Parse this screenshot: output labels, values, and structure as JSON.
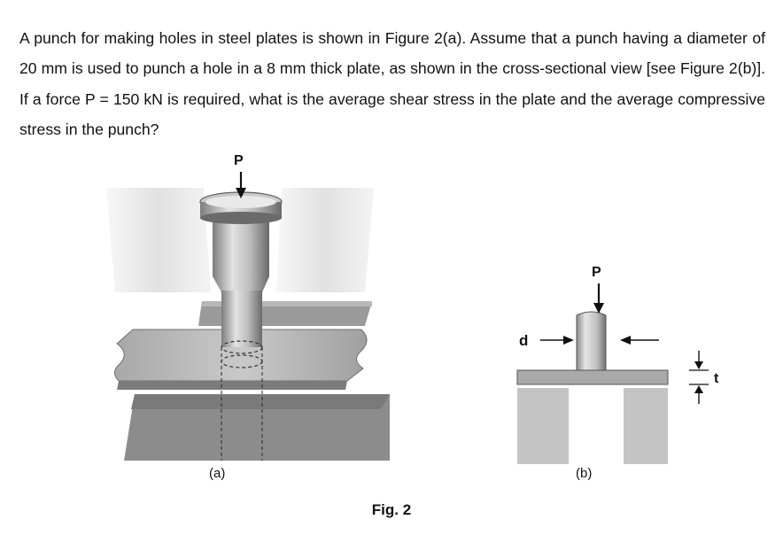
{
  "problem": {
    "text": "A punch for making holes in steel plates is shown in Figure 2(a). Assume that a punch having a diameter of 20 mm is used to punch a hole in a 8 mm thick plate, as shown in the cross-sectional view [see Figure 2(b)]. If a force P = 150 kN is required, what is the average shear stress in the plate and the average compressive stress in the punch?"
  },
  "figure": {
    "caption": "Fig. 2",
    "part_a": {
      "label": "(a)",
      "force_label": "P"
    },
    "part_b": {
      "label": "(b)",
      "force_label": "P",
      "diameter_label": "d",
      "thickness_label": "t"
    }
  }
}
